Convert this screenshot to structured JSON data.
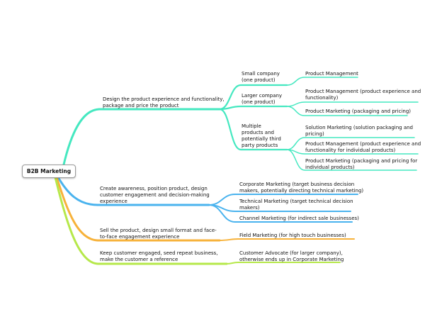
{
  "root": {
    "label": "B2B Marketing"
  },
  "colors": {
    "teal": "#45e8c0",
    "blue": "#4ab3ee",
    "orange": "#f7b23a",
    "green": "#b6e84a"
  },
  "branches": [
    {
      "text": "Design the product experience and functionality,\npackage and price the product",
      "color": "teal",
      "children": [
        {
          "text": "Small company\n(one product)",
          "leaves": [
            "Product Management"
          ]
        },
        {
          "text": "Larger company\n(one product)",
          "leaves": [
            "Product Management (product experience and\nfunctionality)",
            "Product Marketing (packaging and pricing)"
          ]
        },
        {
          "text": "Multiple\nproducts and\npotentially third\nparty products",
          "leaves": [
            "Solution Marketing (solution packaging and\npricing)",
            "Product Management (product experience and\nfunctionality for individual products)",
            "Product Marketing (packaging and pricing for\nindividual products)"
          ]
        }
      ]
    },
    {
      "text": "Create awareness, position product, design\ncustomer engagement and decision-making\nexperience",
      "color": "blue",
      "leaves": [
        "Corporate Marketing (target business decision\nmakers, potentially directing technical marketing)",
        "Technical Marketing (target technical decision\nmakers)",
        "Channel Marketing (for indirect sale businesses)"
      ]
    },
    {
      "text": "Sell the product, design small format and face-\nto-face engagement experience",
      "color": "orange",
      "leaves": [
        "Field Marketing (for high touch businesses)"
      ]
    },
    {
      "text": "Keep customer engaged, seed repeat business,\nmake the customer a reference",
      "color": "green",
      "leaves": [
        "Customer Advocate (for larger company),\notherwise ends up in Corporate Marketing"
      ]
    }
  ]
}
